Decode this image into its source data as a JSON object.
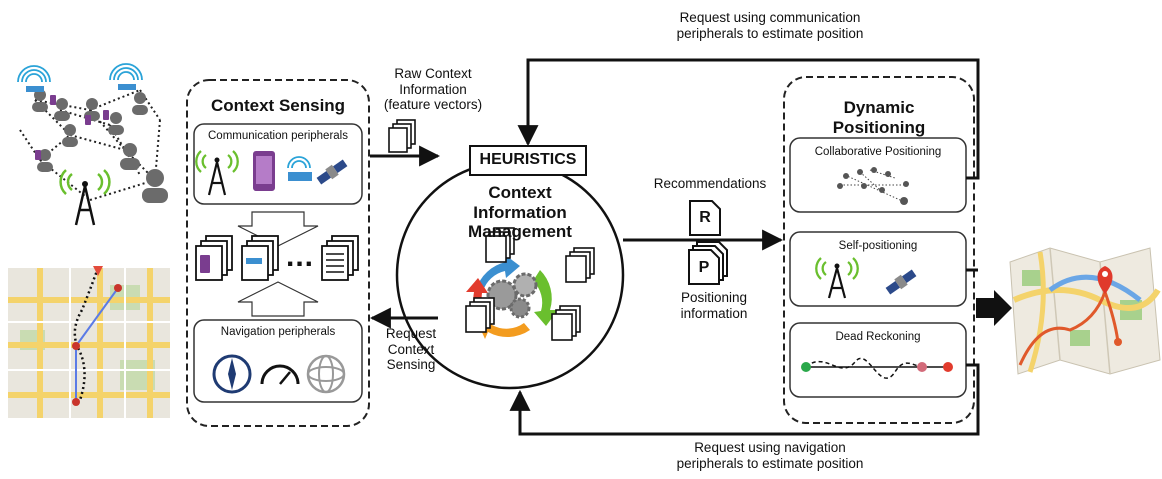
{
  "feedback_top": "Request using communication\nperipherals to estimate position",
  "feedback_bottom": "Request using navigation\nperipherals to estimate position",
  "raw_context": "Raw Context\nInformation\n(feature vectors)",
  "request_context": "Request\nContext\nSensing",
  "recommendations": "Recommendations",
  "positioning_info": "Positioning\ninformation",
  "doc_r": "R",
  "doc_p": "P",
  "ellipsis": "...",
  "context_sensing": {
    "title": "Context Sensing",
    "comm_label": "Communication peripherals",
    "nav_label": "Navigation peripherals"
  },
  "cim": {
    "heuristics": "HEURISTICS",
    "title": "Context\nInformation\nManagement"
  },
  "dynamic_positioning": {
    "title": "Dynamic\nPositioning",
    "collab": "Collaborative Positioning",
    "self": "Self-positioning",
    "dead": "Dead Reckoning"
  },
  "colors": {
    "stroke": "#111111",
    "wifi_green": "#6abf2e",
    "wifi_blue": "#2aa3d8",
    "phone_purple": "#7a3d8f",
    "compass_navy": "#1f3b73"
  }
}
